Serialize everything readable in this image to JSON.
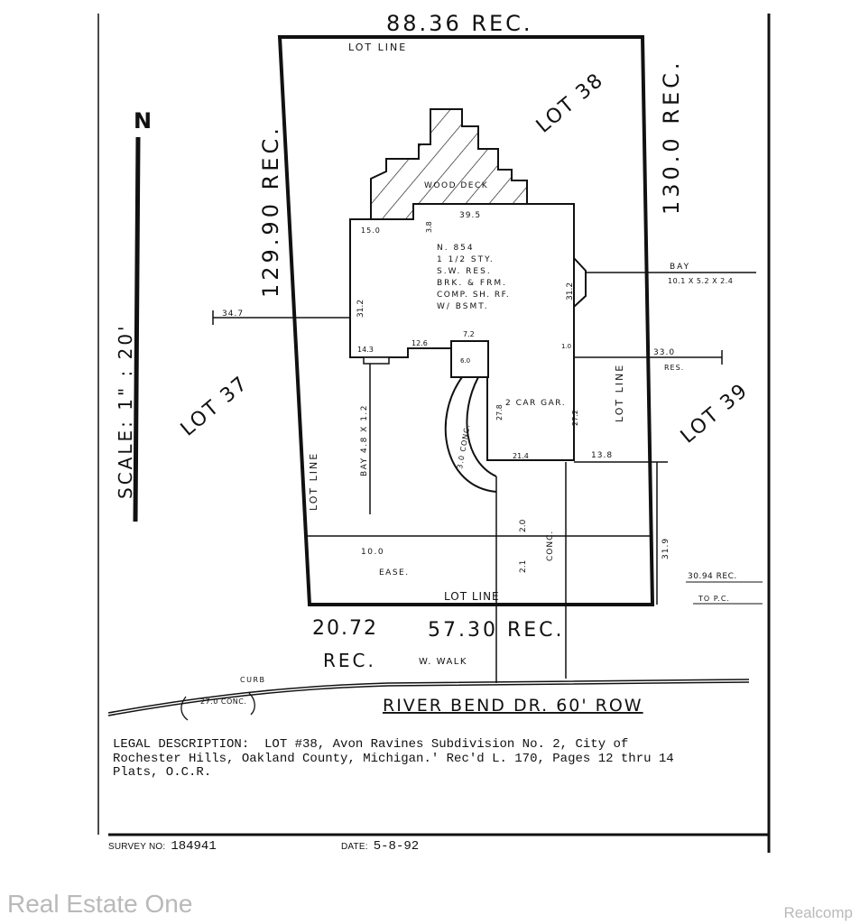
{
  "survey": {
    "boundary": {
      "top": "88.36 REC.",
      "left": "129.90 REC.",
      "right": "130.0 REC.",
      "bottom_left": "20.72",
      "bottom": "57.30 REC.",
      "rec": "REC.",
      "walk": "W. WALK"
    },
    "lot_line_label": "LOT LINE",
    "lots": {
      "north": "LOT 38",
      "west": "LOT 37",
      "east": "LOT 39"
    },
    "north_arrow": "N",
    "scale": "SCALE: 1\" : 20'",
    "house": {
      "deck": "WOOD DECK",
      "line1": "N. 854",
      "line2": "1 1/2 STY.",
      "line3": "S.W. RES.",
      "line4": "BRK. & FRM.",
      "line5": "COMP. SH. RF.",
      "line6": "W/ BSMT."
    },
    "garage": "2 CAR GAR.",
    "bay_east": "BAY",
    "bay_east_dims": "10.1 X 5.2 X 2.4",
    "bay_west": "BAY 4.8 X 1.2",
    "dimensions": {
      "d39_5": "39.5",
      "d15_0": "15.0",
      "d3_8": "3.8",
      "d31_2_left": "31.2",
      "d31_2_right": "31.2",
      "d34_7": "34.7",
      "d14_3": "14.3",
      "d12_6": "12.6",
      "d7_2": "7.2",
      "d6_0": "6.0",
      "d1_0": "1.0",
      "d33_0": "33.0",
      "res": "RES.",
      "d27_8": "27.8",
      "d27_2": "27.2",
      "d21_4": "21.4",
      "d13_8": "13.8",
      "d31_9": "31.9",
      "d30_94": "30.94 REC.",
      "to_pc": "TO P.C.",
      "d10_0": "10.0",
      "ease": "EASE.",
      "d3_0_conc": "3.0 CONC.",
      "d2_0": "2.0",
      "conc": "CONC.",
      "d2_1": "2.1"
    },
    "road": {
      "curb": "CURB",
      "conc": "27.0 CONC.",
      "street": "RIVER BEND DR. 60' ROW"
    }
  },
  "legal": {
    "text": "LEGAL DESCRIPTION:  LOT #38, Avon Ravines Subdivision No. 2, City of\nRochester Hills, Oakland County, Michigan.' Rec'd L. 170, Pages 12 thru 14\nPlats, O.C.R."
  },
  "footer": {
    "survey_label": "SURVEY NO:",
    "survey_no": "184941",
    "date_label": "DATE:",
    "date": "5-8-92"
  },
  "watermarks": {
    "left": "Real Estate One",
    "right": "Realcomp"
  }
}
